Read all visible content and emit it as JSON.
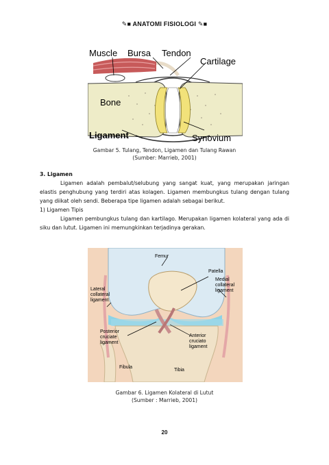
{
  "header": {
    "glyph_left": "✎■",
    "title": "ANATOMI FISIOLOGI",
    "glyph_right": "✎■"
  },
  "figure5": {
    "labels": {
      "muscle": "Muscle",
      "bursa": "Bursa",
      "tendon": "Tendon",
      "cartilage": "Cartilage",
      "bone": "Bone",
      "ligament": "Ligament",
      "synovium": "Synovium"
    },
    "caption_line1": "Gambar 5. Tulang, Tendon, Ligamen dan Tulang Rawan",
    "caption_line2": "(Sumber: Marrieb, 2001)"
  },
  "section": {
    "heading": "3.   Ligamen",
    "para1": "Ligamen adalah pembalut/selubung yang sangat kuat, yang merupakan jaringan elastis penghubung yang terdiri atas kolagen. Ligamen membungkus tulang dengan tulang yang diikat oleh sendi. Beberapa tipe ligamen adalah sebagai berikut.",
    "item1": "1)   Ligamen Tipis",
    "para2": "Ligamen pembungkus tulang dan kartilago. Merupakan ligamen kolateral yang ada di siku dan lutut. Ligamen ini memungkinkan terjadinya gerakan."
  },
  "figure6": {
    "labels": {
      "femur": "Femur",
      "patella": "Patella",
      "medial_1": "Medial",
      "medial_2": "collateral",
      "medial_3": "ligament",
      "lateral_1": "Lateral",
      "lateral_2": "collateral",
      "lateral_3": "ligament",
      "posterior_1": "Posterior",
      "posterior_2": "cruciate",
      "posterior_3": "ligament",
      "anterior_1": "Anterior",
      "anterior_2": "cruciato",
      "anterior_3": "ligament",
      "fibula": "Fibula",
      "tibia": "Tibia"
    },
    "caption_line1": "Gambar 6. Ligamen Kolateral di Lutut",
    "caption_line2": "(Sumber : Marrieb, 2001)"
  },
  "page_number": "20"
}
